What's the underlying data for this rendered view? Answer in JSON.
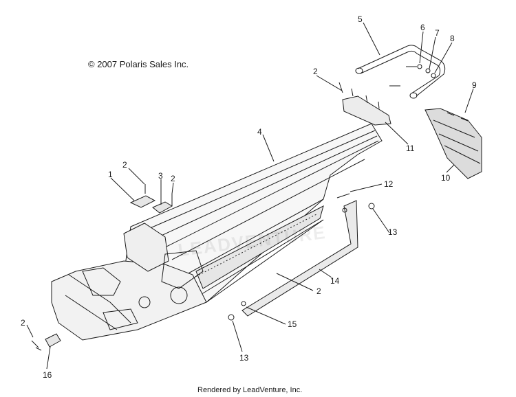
{
  "copyright": "© 2007 Polaris Sales Inc.",
  "footer": "Rendered by LeadVenture, Inc.",
  "watermark": "LEADVENTURE",
  "callouts": {
    "c1": "1",
    "c2a": "2",
    "c2b": "2",
    "c2c": "2",
    "c2d": "2",
    "c2e": "2",
    "c3": "3",
    "c4": "4",
    "c5": "5",
    "c6": "6",
    "c7": "7",
    "c8": "8",
    "c9": "9",
    "c10": "10",
    "c11": "11",
    "c12": "12",
    "c13a": "13",
    "c13b": "13",
    "c14": "14",
    "c15": "15",
    "c16": "16"
  }
}
